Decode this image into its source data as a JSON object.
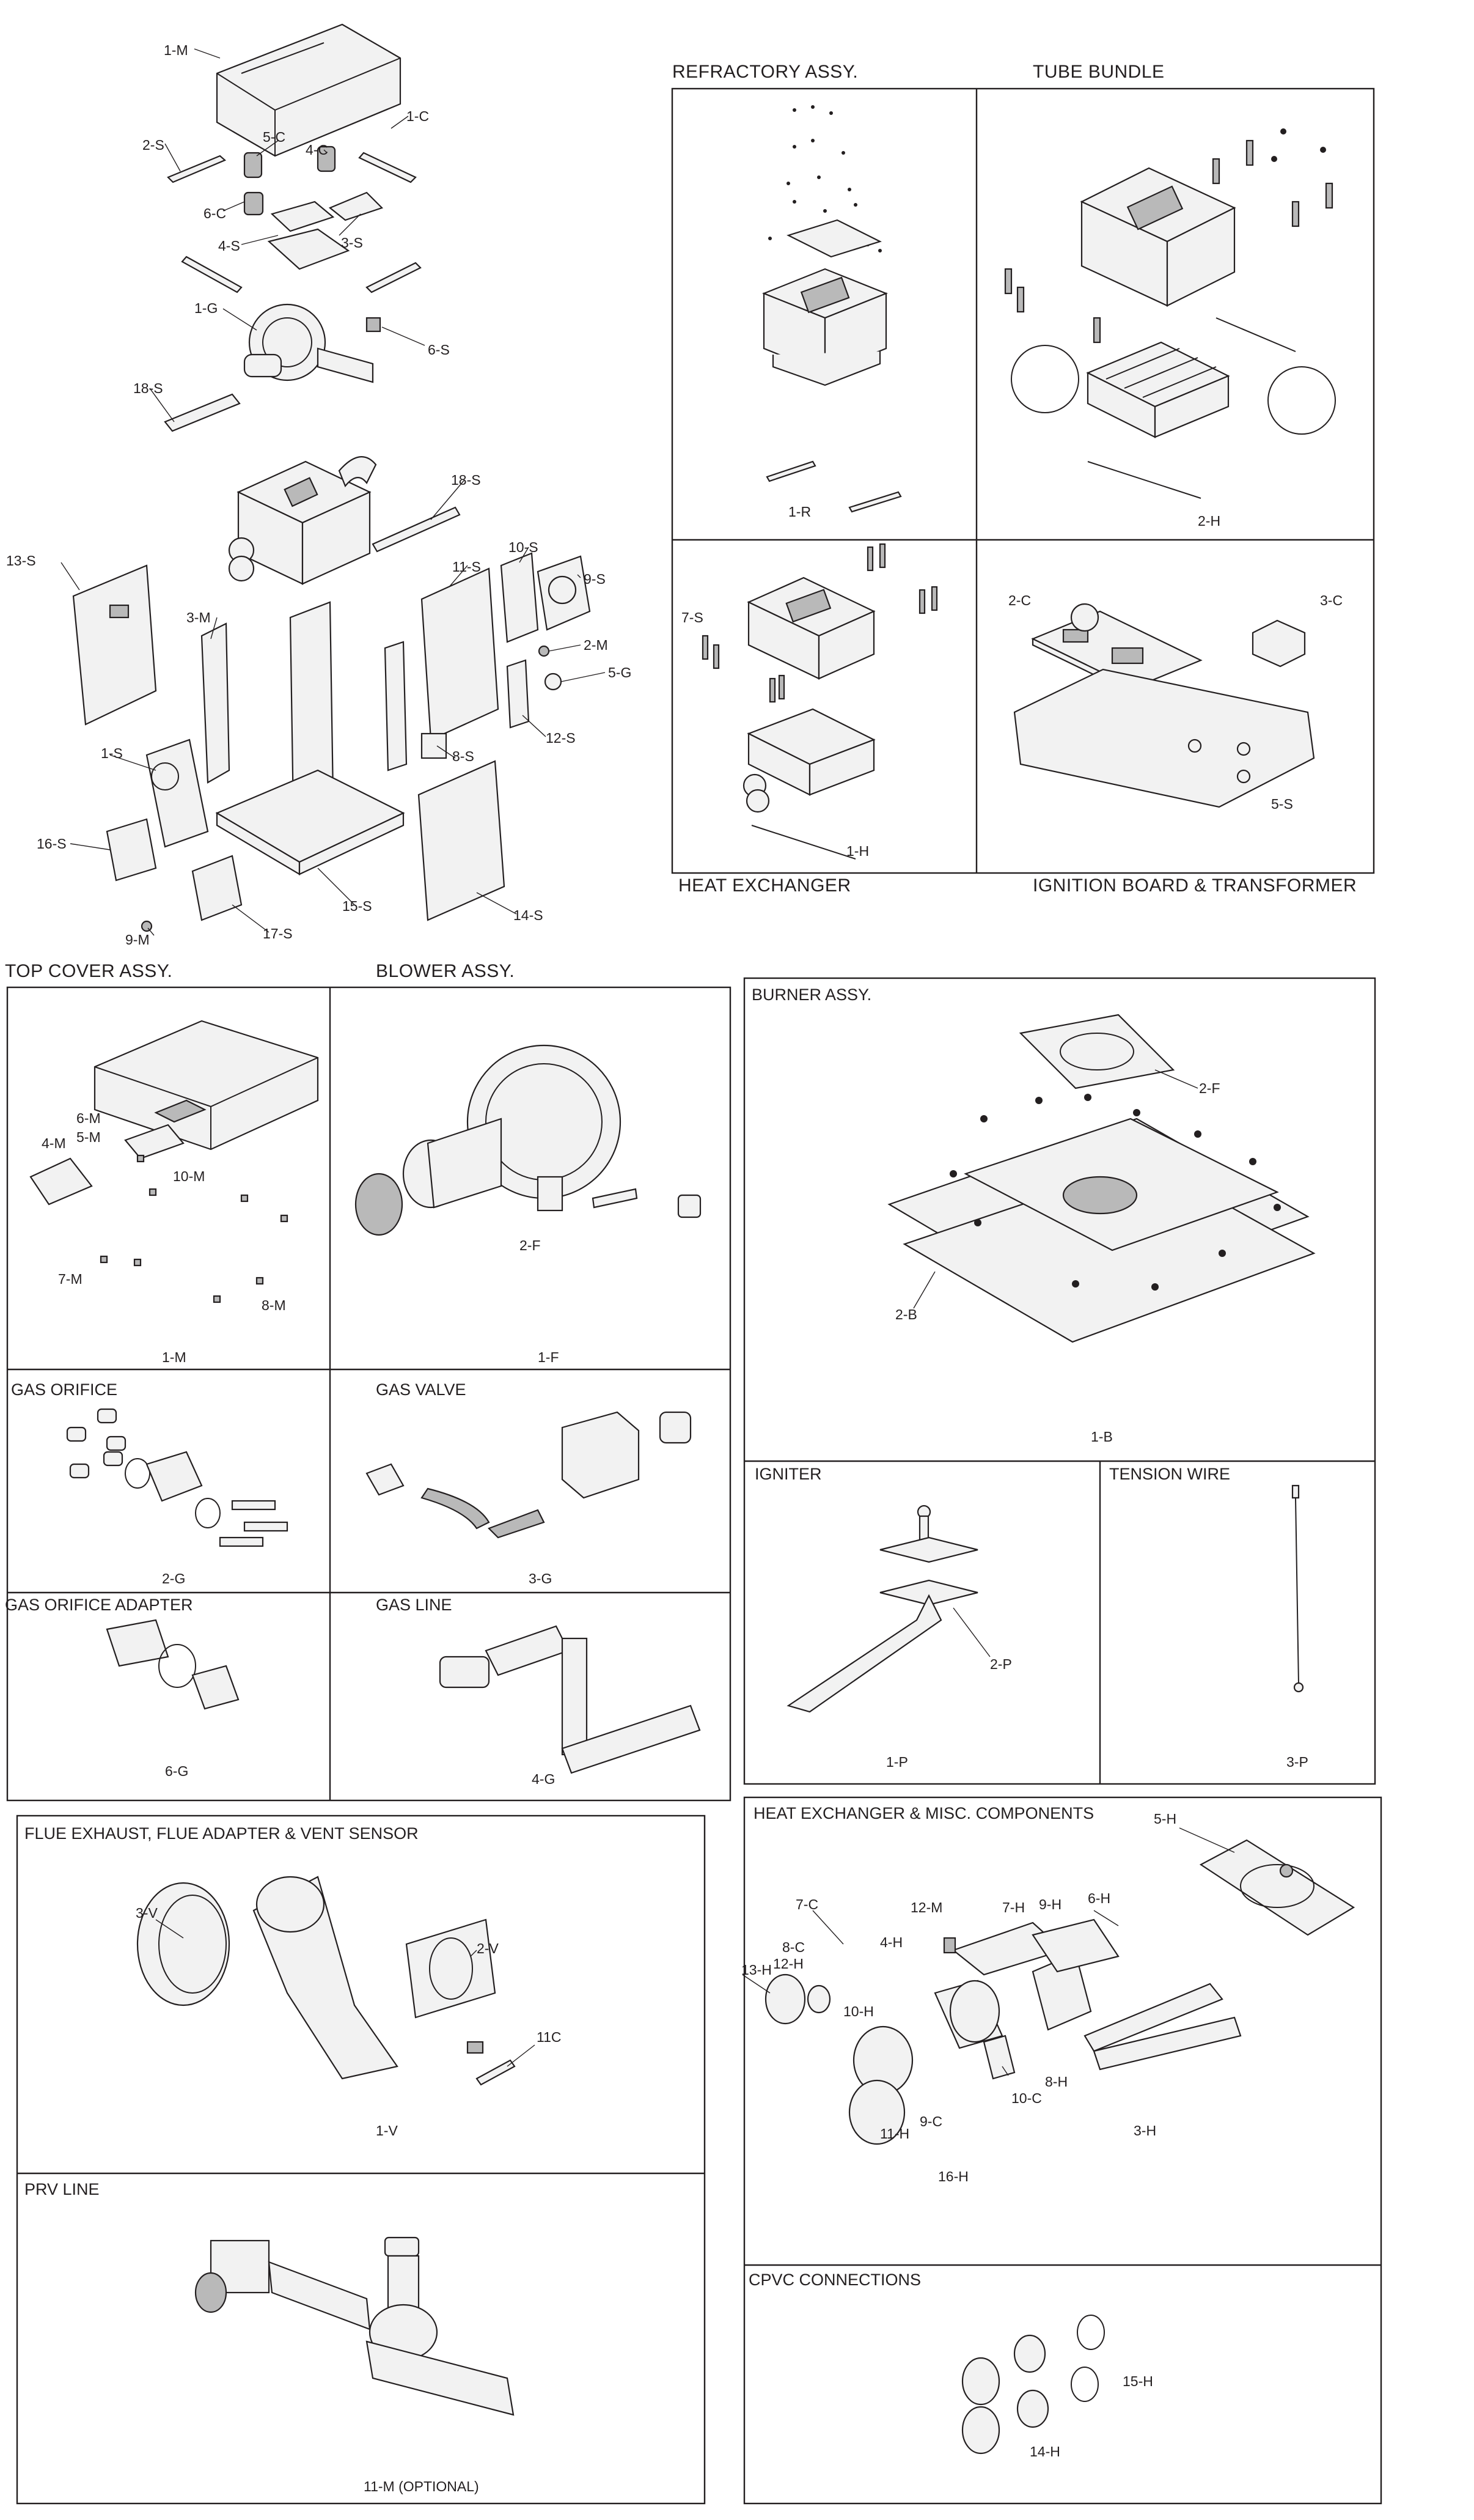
{
  "sections": {
    "refractory": {
      "title": "REFRACTORY ASSY."
    },
    "tube_bundle": {
      "title": "TUBE BUNDLE"
    },
    "heat_exchanger": {
      "title": "HEAT EXCHANGER"
    },
    "ignition": {
      "title": "IGNITION BOARD & TRANSFORMER"
    },
    "top_cover": {
      "title": "TOP COVER ASSY."
    },
    "blower": {
      "title": "BLOWER ASSY."
    },
    "burner": {
      "title": "BURNER ASSY."
    },
    "gas_orifice": {
      "title": "GAS ORIFICE"
    },
    "gas_valve": {
      "title": "GAS VALVE"
    },
    "igniter": {
      "title": "IGNITER"
    },
    "tension_wire": {
      "title": "TENSION WIRE"
    },
    "gas_orifice_adapter": {
      "title": "GAS ORIFICE ADAPTER"
    },
    "gas_line": {
      "title": "GAS LINE"
    },
    "flue": {
      "title": "FLUE EXHAUST, FLUE ADAPTER & VENT SENSOR"
    },
    "hx_misc": {
      "title": "HEAT EXCHANGER & MISC. COMPONENTS"
    },
    "prv": {
      "title": "PRV LINE"
    },
    "cpvc": {
      "title": "CPVC CONNECTIONS"
    }
  },
  "callouts": {
    "main": [
      "1-M",
      "1-C",
      "2-S",
      "5-C",
      "4-C",
      "6-C",
      "4-S",
      "3-S",
      "1-G",
      "6-S",
      "18-S",
      "18-S",
      "13-S",
      "3-M",
      "11-S",
      "10-S",
      "9-S",
      "2-M",
      "5-G",
      "12-S",
      "8-S",
      "1-S",
      "16-S",
      "15-S",
      "14-S",
      "17-S",
      "9-M"
    ],
    "refractory": [
      "1-R"
    ],
    "tube_bundle": [
      "2-H"
    ],
    "heat_exchanger": [
      "7-S",
      "1-H"
    ],
    "ignition": [
      "2-C",
      "3-C",
      "5-S"
    ],
    "top_cover": [
      "6-M",
      "5-M",
      "4-M",
      "10-M",
      "7-M",
      "8-M",
      "1-M"
    ],
    "blower": [
      "2-F",
      "1-F"
    ],
    "burner": [
      "2-F",
      "2-B",
      "1-B"
    ],
    "gas_orifice": [
      "2-G"
    ],
    "gas_valve": [
      "3-G"
    ],
    "igniter": [
      "2-P",
      "1-P"
    ],
    "tension_wire": [
      "3-P"
    ],
    "gas_orifice_adapter": [
      "6-G"
    ],
    "gas_line": [
      "4-G"
    ],
    "flue": [
      "3-V",
      "2-V",
      "11C",
      "1-V"
    ],
    "hx_misc": [
      "5-H",
      "7-C",
      "12-M",
      "4-H",
      "7-H",
      "9-H",
      "6-H",
      "8-C",
      "13-H",
      "12-H",
      "10-H",
      "8-H",
      "10-C",
      "9-C",
      "11-H",
      "16-H",
      "3-H"
    ],
    "prv": [
      "11-M (OPTIONAL)"
    ],
    "cpvc": [
      "15-H",
      "14-H"
    ]
  }
}
